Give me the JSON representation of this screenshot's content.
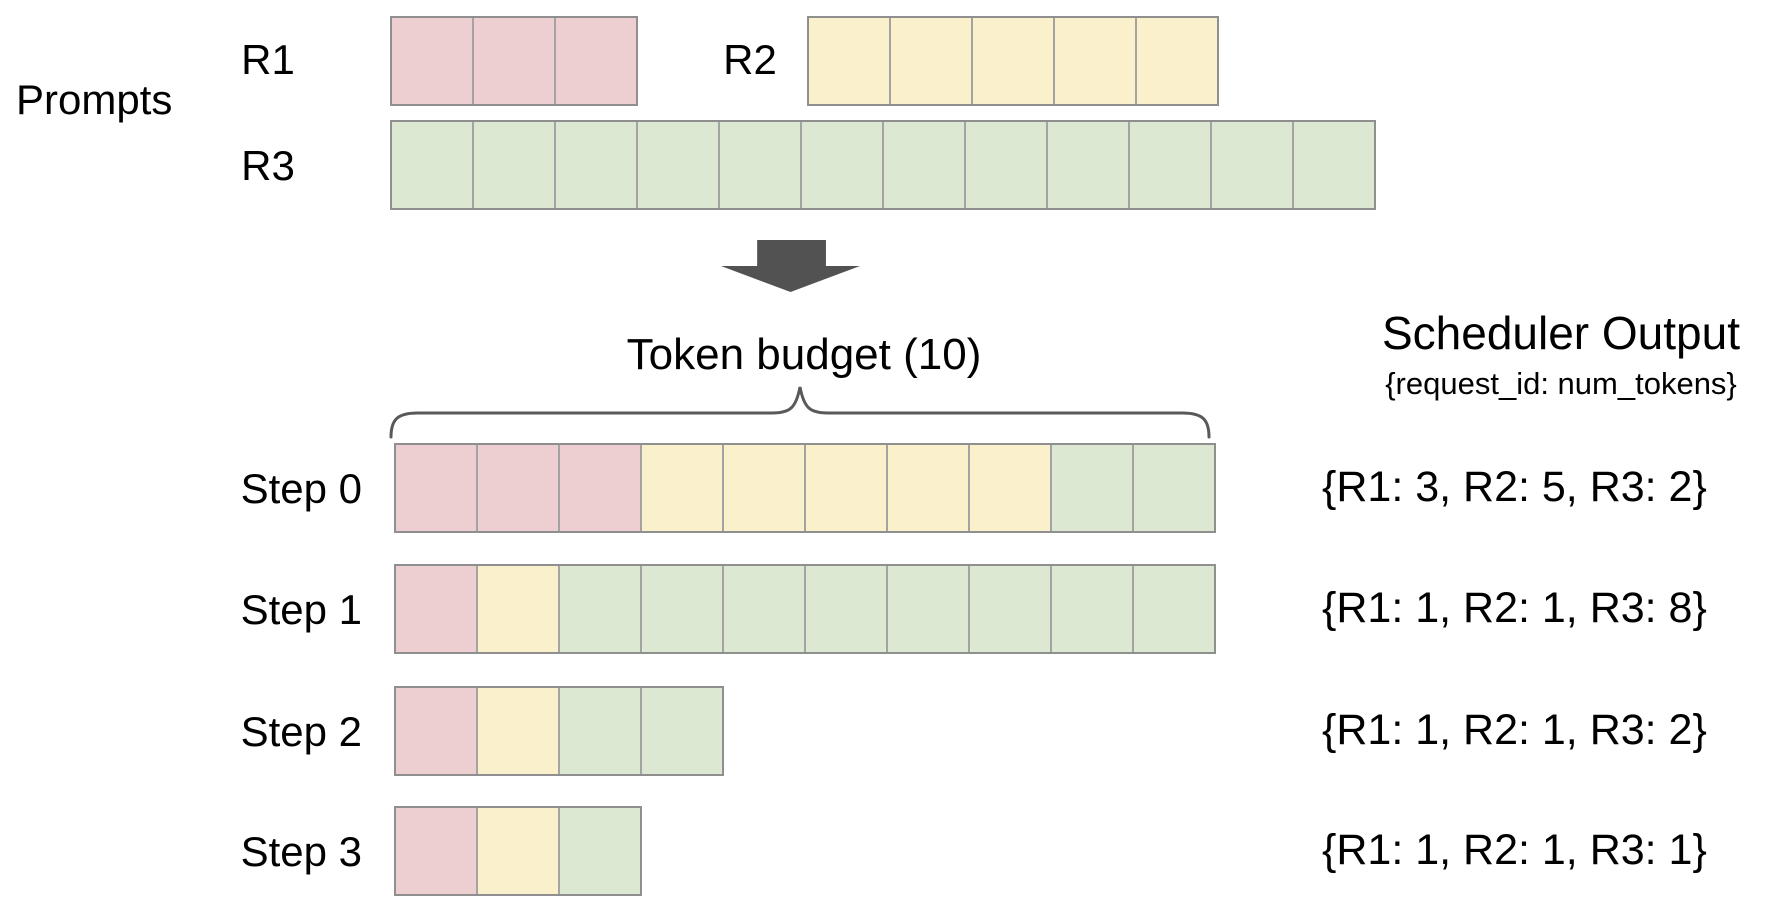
{
  "colors": {
    "pink": "#edced1",
    "yellow": "#faf0cc",
    "green": "#dde8d3",
    "cell_border": "#a3a3a3",
    "row_border": "#8f8f8f",
    "arrow": "#525252",
    "brace": "#595959"
  },
  "prompts": {
    "label": "Prompts",
    "rows": [
      {
        "label": "R1",
        "segments": [
          {
            "color": "pink",
            "count": 3
          }
        ]
      },
      {
        "label": "R2",
        "segments": [
          {
            "color": "yellow",
            "count": 5
          }
        ]
      },
      {
        "label": "R3",
        "segments": [
          {
            "color": "green",
            "count": 12
          }
        ]
      }
    ]
  },
  "token_budget": {
    "label": "Token budget (10)",
    "value": 10
  },
  "scheduler": {
    "title": "Scheduler Output",
    "subtitle": "{request_id: num_tokens}"
  },
  "steps": [
    {
      "label": "Step 0",
      "segments": [
        {
          "color": "pink",
          "count": 3
        },
        {
          "color": "yellow",
          "count": 5
        },
        {
          "color": "green",
          "count": 2
        }
      ],
      "output": "{R1: 3, R2: 5, R3: 2}"
    },
    {
      "label": "Step 1",
      "segments": [
        {
          "color": "pink",
          "count": 1
        },
        {
          "color": "yellow",
          "count": 1
        },
        {
          "color": "green",
          "count": 8
        }
      ],
      "output": "{R1: 1, R2: 1, R3: 8}"
    },
    {
      "label": "Step 2",
      "segments": [
        {
          "color": "pink",
          "count": 1
        },
        {
          "color": "yellow",
          "count": 1
        },
        {
          "color": "green",
          "count": 2
        }
      ],
      "output": "{R1: 1, R2: 1, R3: 2}"
    },
    {
      "label": "Step 3",
      "segments": [
        {
          "color": "pink",
          "count": 1
        },
        {
          "color": "yellow",
          "count": 1
        },
        {
          "color": "green",
          "count": 1
        }
      ],
      "output": "{R1: 1, R2: 1, R3: 1}"
    }
  ]
}
